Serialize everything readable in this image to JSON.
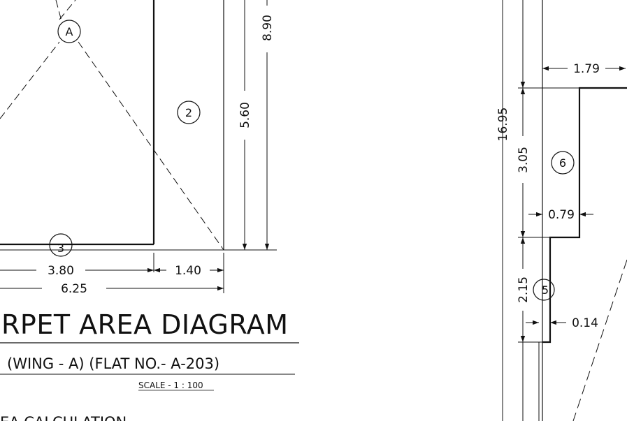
{
  "title": "RPET AREA DIAGRAM",
  "subtitle": "(WING - A) (FLAT NO.- A-203)",
  "scale": "SCALE - 1 : 100",
  "section_heading": "EA CALCULATION",
  "balloons": {
    "a": "A",
    "two": "2",
    "three": "3",
    "five": "5",
    "six": "6"
  },
  "dimensions": {
    "d_890": "8.90",
    "d_560": "5.60",
    "d_380": "3.80",
    "d_140": "1.40",
    "d_625": "6.25",
    "d_179": "1.79",
    "d_1695": "16.95",
    "d_305": "3.05",
    "d_079": "0.79",
    "d_215": "2.15",
    "d_014": "0.14"
  }
}
